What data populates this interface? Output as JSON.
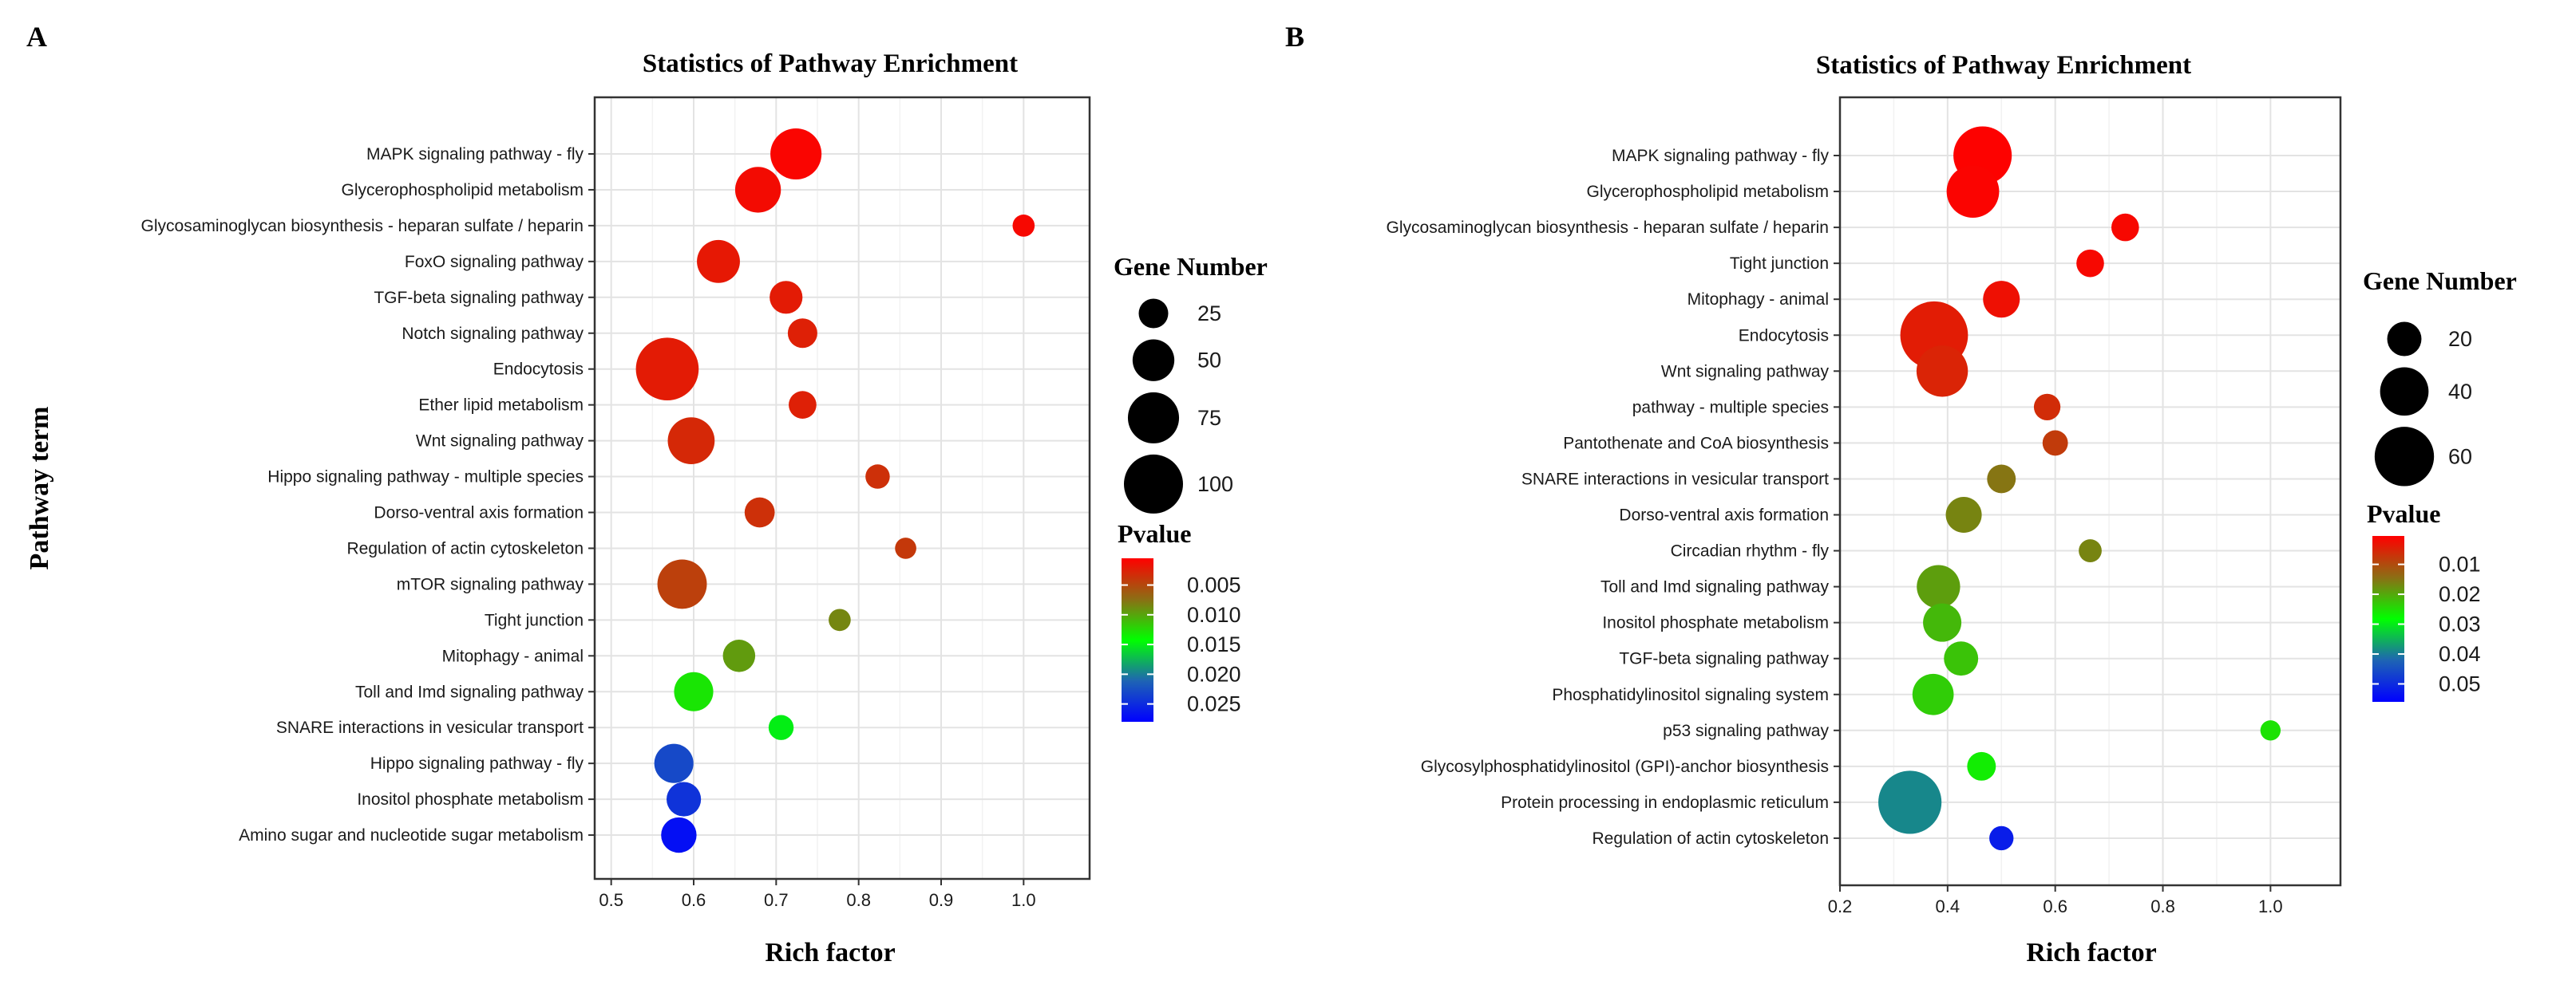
{
  "chart_data": [
    {
      "type": "scatter",
      "panel_label": "A",
      "title": "Statistics of Pathway Enrichment",
      "xlabel": "Rich factor",
      "ylabel": "Pathway term",
      "xlim": [
        0.48,
        1.08
      ],
      "xticks": [
        0.5,
        0.6,
        0.7,
        0.8,
        0.9,
        1.0
      ],
      "grid": true,
      "categories": [
        "MAPK signaling pathway - fly",
        "Glycerophospholipid metabolism",
        "Glycosaminoglycan biosynthesis - heparan sulfate / heparin",
        "FoxO signaling pathway",
        "TGF-beta signaling pathway",
        "Notch signaling pathway",
        "Endocytosis",
        "Ether lipid metabolism",
        "Wnt signaling pathway",
        "Hippo signaling pathway - multiple species",
        "Dorso-ventral axis formation",
        "Regulation of actin cytoskeleton",
        "mTOR signaling pathway",
        "Tight junction",
        "Mitophagy - animal",
        "Toll and Imd signaling pathway",
        "SNARE interactions in vesicular transport",
        "Hippo signaling pathway - fly",
        "Inositol phosphate metabolism",
        "Amino sugar and nucleotide sugar metabolism"
      ],
      "points": [
        {
          "y": "MAPK signaling pathway - fly",
          "x": 0.724,
          "gene_number": 75,
          "pvalue": 0.0008
        },
        {
          "y": "Glycerophospholipid metabolism",
          "x": 0.678,
          "gene_number": 60,
          "pvalue": 0.0012
        },
        {
          "y": "Glycosaminoglycan biosynthesis - heparan sulfate / heparin",
          "x": 1.0,
          "gene_number": 14,
          "pvalue": 0.001
        },
        {
          "y": "FoxO signaling pathway",
          "x": 0.63,
          "gene_number": 53,
          "pvalue": 0.002
        },
        {
          "y": "TGF-beta signaling pathway",
          "x": 0.712,
          "gene_number": 31,
          "pvalue": 0.0022
        },
        {
          "y": "Notch signaling pathway",
          "x": 0.732,
          "gene_number": 25,
          "pvalue": 0.0025
        },
        {
          "y": "Endocytosis",
          "x": 0.568,
          "gene_number": 113,
          "pvalue": 0.0022
        },
        {
          "y": "Ether lipid metabolism",
          "x": 0.732,
          "gene_number": 22,
          "pvalue": 0.0025
        },
        {
          "y": "Wnt signaling pathway",
          "x": 0.597,
          "gene_number": 63,
          "pvalue": 0.003
        },
        {
          "y": "Hippo signaling pathway - multiple species",
          "x": 0.823,
          "gene_number": 17,
          "pvalue": 0.0035
        },
        {
          "y": "Dorso-ventral axis formation",
          "x": 0.68,
          "gene_number": 26,
          "pvalue": 0.0035
        },
        {
          "y": "Regulation of actin cytoskeleton",
          "x": 0.857,
          "gene_number": 13,
          "pvalue": 0.004
        },
        {
          "y": "mTOR signaling pathway",
          "x": 0.586,
          "gene_number": 70,
          "pvalue": 0.0045
        },
        {
          "y": "Tight junction",
          "x": 0.777,
          "gene_number": 14,
          "pvalue": 0.0085
        },
        {
          "y": "Mitophagy - animal",
          "x": 0.655,
          "gene_number": 30,
          "pvalue": 0.0095
        },
        {
          "y": "Toll and Imd signaling pathway",
          "x": 0.6,
          "gene_number": 44,
          "pvalue": 0.013
        },
        {
          "y": "SNARE interactions in vesicular transport",
          "x": 0.706,
          "gene_number": 18,
          "pvalue": 0.015
        },
        {
          "y": "Hippo signaling pathway - fly",
          "x": 0.576,
          "gene_number": 44,
          "pvalue": 0.023
        },
        {
          "y": "Inositol phosphate metabolism",
          "x": 0.588,
          "gene_number": 34,
          "pvalue": 0.0245
        },
        {
          "y": "Amino sugar and nucleotide sugar metabolism",
          "x": 0.582,
          "gene_number": 36,
          "pvalue": 0.027
        }
      ],
      "size_legend": {
        "title": "Gene Number",
        "values": [
          25,
          50,
          75,
          100
        ],
        "labels": [
          "25",
          "50",
          "75",
          "100"
        ]
      },
      "color_legend": {
        "title": "Pvalue",
        "min": 0.0005,
        "max": 0.028,
        "ticks": [
          0.005,
          0.01,
          0.015,
          0.02,
          0.025
        ],
        "tick_labels": [
          "0.005",
          "0.010",
          "0.015",
          "0.020",
          "0.025"
        ],
        "low_color": "#ff0000",
        "high_color": "#0000ff"
      }
    },
    {
      "type": "scatter",
      "panel_label": "B",
      "title": "Statistics of Pathway Enrichment",
      "xlabel": "Rich factor",
      "ylabel": "",
      "xlim": [
        0.2,
        1.13
      ],
      "xticks": [
        0.2,
        0.4,
        0.6,
        0.8,
        1.0
      ],
      "grid": true,
      "categories": [
        "MAPK signaling pathway - fly",
        "Glycerophospholipid metabolism",
        "Glycosaminoglycan biosynthesis - heparan sulfate / heparin",
        "Tight junction",
        "Mitophagy - animal",
        "Endocytosis",
        "Wnt signaling pathway",
        "pathway - multiple species",
        "Pantothenate and CoA biosynthesis",
        "SNARE interactions in vesicular transport",
        "Dorso-ventral axis formation",
        "Circadian rhythm - fly",
        "Toll and Imd signaling pathway",
        "Inositol phosphate metabolism",
        "TGF-beta signaling pathway",
        "Phosphatidylinositol signaling system",
        "p53 signaling pathway",
        "Glycosylphosphatidylinositol (GPI)-anchor biosynthesis",
        "Protein processing in endoplasmic reticulum",
        "Regulation of actin cytoskeleton"
      ],
      "points": [
        {
          "y": "MAPK signaling pathway - fly",
          "x": 0.465,
          "gene_number": 58,
          "pvalue": 0.0008
        },
        {
          "y": "Glycerophospholipid metabolism",
          "x": 0.447,
          "gene_number": 47,
          "pvalue": 0.001
        },
        {
          "y": "Glycosaminoglycan biosynthesis - heparan sulfate / heparin",
          "x": 0.73,
          "gene_number": 13,
          "pvalue": 0.0015
        },
        {
          "y": "Tight junction",
          "x": 0.665,
          "gene_number": 13,
          "pvalue": 0.0015
        },
        {
          "y": "Mitophagy - animal",
          "x": 0.5,
          "gene_number": 23,
          "pvalue": 0.0025
        },
        {
          "y": "Endocytosis",
          "x": 0.375,
          "gene_number": 78,
          "pvalue": 0.004
        },
        {
          "y": "Wnt signaling pathway",
          "x": 0.39,
          "gene_number": 45,
          "pvalue": 0.005
        },
        {
          "y": "pathway - multiple species",
          "x": 0.585,
          "gene_number": 12,
          "pvalue": 0.006
        },
        {
          "y": "Pantothenate and CoA biosynthesis",
          "x": 0.6,
          "gene_number": 11,
          "pvalue": 0.008
        },
        {
          "y": "SNARE interactions in vesicular transport",
          "x": 0.5,
          "gene_number": 14,
          "pvalue": 0.015
        },
        {
          "y": "Dorso-ventral axis formation",
          "x": 0.43,
          "gene_number": 22,
          "pvalue": 0.0165
        },
        {
          "y": "Circadian rhythm - fly",
          "x": 0.665,
          "gene_number": 9,
          "pvalue": 0.0165
        },
        {
          "y": "Toll and Imd signaling pathway",
          "x": 0.383,
          "gene_number": 32,
          "pvalue": 0.019
        },
        {
          "y": "Inositol phosphate metabolism",
          "x": 0.39,
          "gene_number": 25,
          "pvalue": 0.0215
        },
        {
          "y": "TGF-beta signaling pathway",
          "x": 0.425,
          "gene_number": 20,
          "pvalue": 0.0225
        },
        {
          "y": "Phosphatidylinositol signaling system",
          "x": 0.373,
          "gene_number": 29,
          "pvalue": 0.0235
        },
        {
          "y": "p53 signaling pathway",
          "x": 1.0,
          "gene_number": 7,
          "pvalue": 0.0255
        },
        {
          "y": "Glycosylphosphatidylinositol (GPI)-anchor biosynthesis",
          "x": 0.463,
          "gene_number": 14,
          "pvalue": 0.0265
        },
        {
          "y": "Protein processing in endoplasmic reticulum",
          "x": 0.33,
          "gene_number": 68,
          "pvalue": 0.039
        },
        {
          "y": "Regulation of actin cytoskeleton",
          "x": 0.5,
          "gene_number": 10,
          "pvalue": 0.052
        }
      ],
      "size_legend": {
        "title": "Gene Number",
        "values": [
          20,
          40,
          60
        ],
        "labels": [
          "20",
          "40",
          "60"
        ]
      },
      "color_legend": {
        "title": "Pvalue",
        "min": 0.0005,
        "max": 0.056,
        "ticks": [
          0.01,
          0.02,
          0.03,
          0.04,
          0.05
        ],
        "tick_labels": [
          "0.01",
          "0.02",
          "0.03",
          "0.04",
          "0.05"
        ],
        "low_color": "#ff0000",
        "high_color": "#0000ff"
      }
    }
  ]
}
